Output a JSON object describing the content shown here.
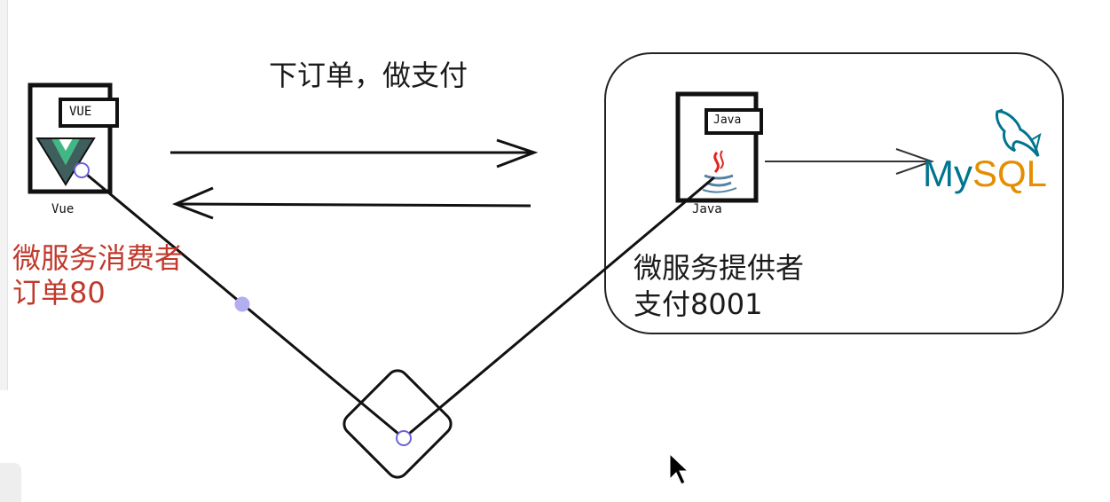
{
  "title": "下订单，做支付",
  "consumer": {
    "role": "微服务消费者",
    "name": "订单80",
    "icon_badge": "VUE",
    "icon_caption": "Vue",
    "color": "#c0392b"
  },
  "provider": {
    "role": "微服务提供者",
    "name": "支付8001",
    "icon_badge": "Java",
    "icon_caption": "Java"
  },
  "database": {
    "label_part1": "My",
    "label_part2": "SQL",
    "color_part1": "#00758f",
    "color_part2": "#e48e00"
  },
  "icons": [
    "vue-logo-icon",
    "java-logo-icon",
    "mysql-dolphin-icon",
    "mouse-cursor-icon"
  ]
}
